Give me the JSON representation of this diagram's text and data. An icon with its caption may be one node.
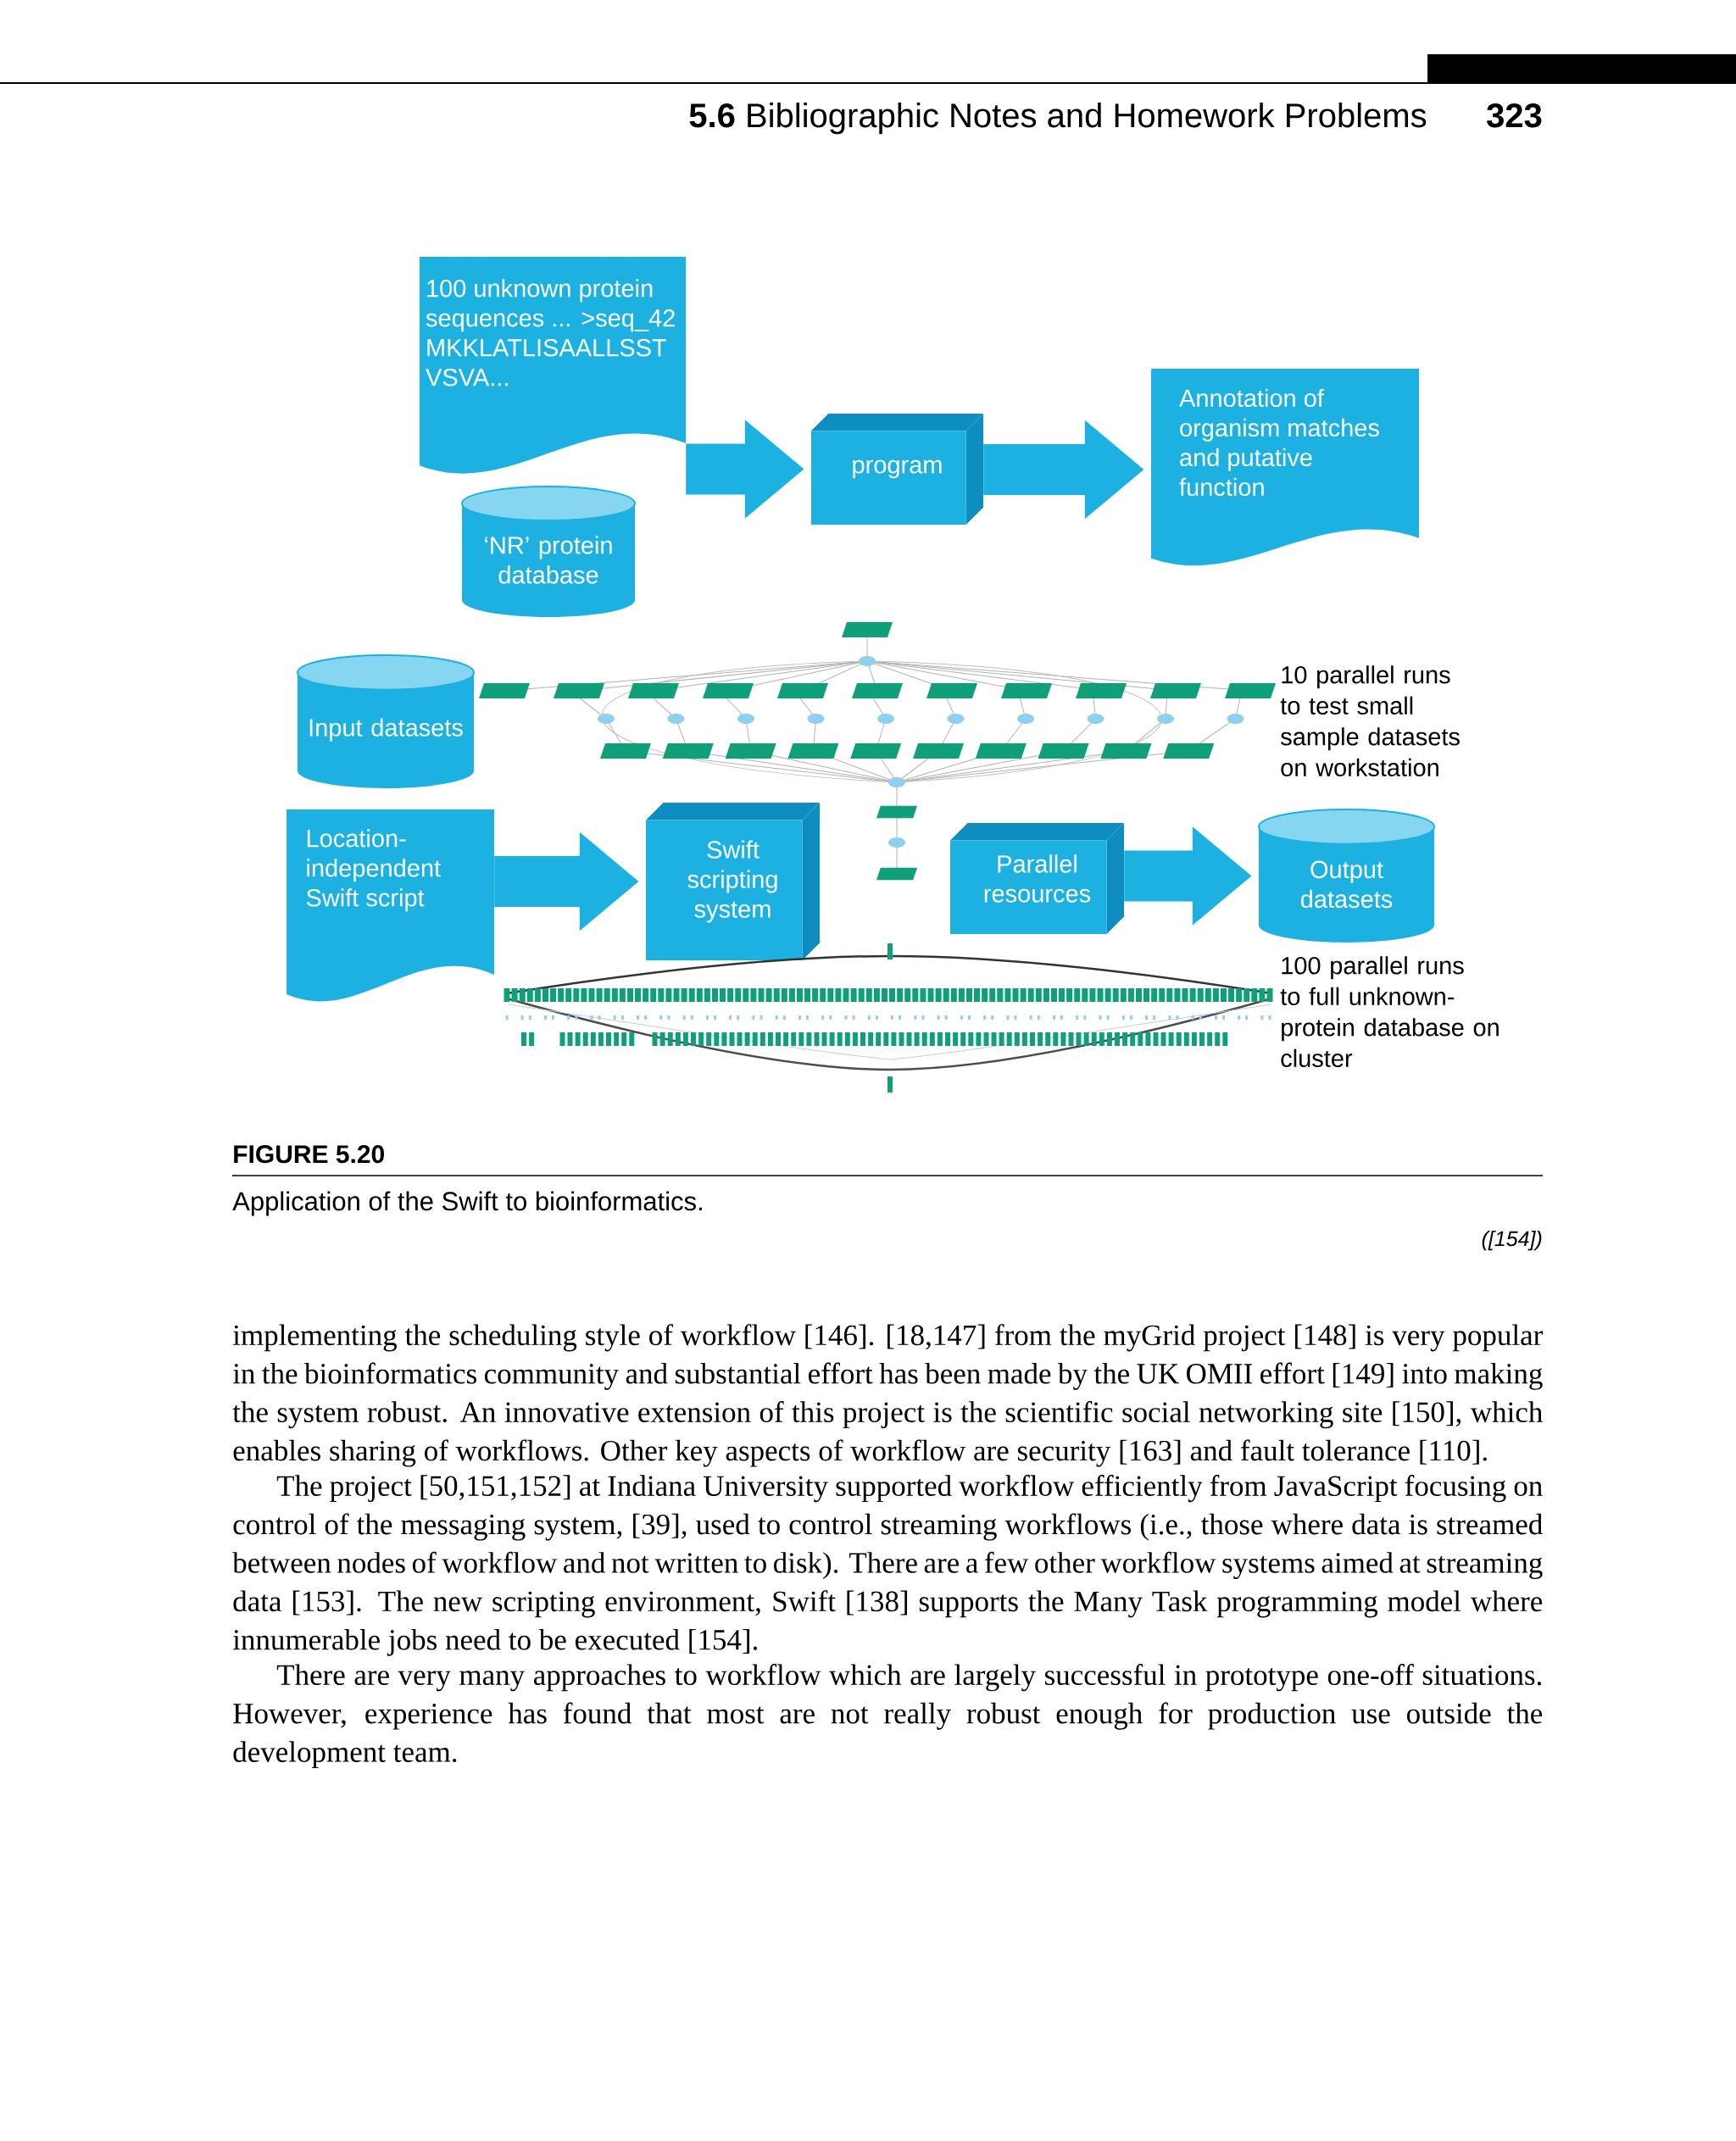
{
  "diagram": {
    "caption": "Application of the Swift to bioinformatics.",
    "nodes": [
      {
        "text": [
          "100 unknown protein sequences ... >seq_42 MKKLATLISAALLSST VSVA..."
        ]
      },
      {
        "text": [
          "‘NR’ protein database"
        ]
      },
      {
        "text": [
          "program"
        ]
      },
      {
        "text": [
          "Annotation of organism matches and putative function"
        ]
      },
      {
        "text": [
          "Input datasets"
        ]
      },
      {
        "text": [
          "Location-independent Swift script"
        ]
      },
      {
        "text": [
          "Swift scripting system"
        ]
      },
      {
        "text": [
          "Parallel resources"
        ]
      },
      {
        "text": [
          "Output datasets"
        ]
      }
    ],
    "edges": [
      {
        "from": 0,
        "to": 2,
        "arrow": "to"
      },
      {
        "from": 2,
        "to": 3,
        "arrow": "to"
      },
      {
        "from": 5,
        "to": 6,
        "arrow": "to"
      },
      {
        "from": 7,
        "to": 8,
        "arrow": "to"
      }
    ],
    "labels": [
      "**5.6** Bibliographic Notes and Homework Problems",
      "323",
      "10 parallel runs to test small sample datasets on workstation",
      "100 parallel runs to full unknown-protein database on cluster",
      "FIGURE 5.20",
      "([154])",
      "implementing the scheduling style of workflow [146]. [18,147] from the myGrid project [148] is very popular in the bioinformatics community and substantial effort has been made by the UK OMII effort [149] into making the system robust. An innovative extension of this project is the scientific social networking site [150], which enables sharing of workflows. Other key aspects of workflow are security [163] and fault tolerance [110].",
      "The project [50,151,152] at Indiana University supported workflow efficiently from JavaScript focusing on control of the messaging system, [39], used to control streaming workflows (i.e., those where data is streamed between nodes of workflow and not written to disk). There are a few other workflow systems aimed at streaming data [153]. The new scripting environment, Swift [138] supports the Many Task programming model where innumerable jobs need to be executed [154].",
      "There are very many approaches to workflow which are largely successful in prototype one-off situations. However, experience has found that most are not really robust enough for production use outside the development team."
    ]
  }
}
